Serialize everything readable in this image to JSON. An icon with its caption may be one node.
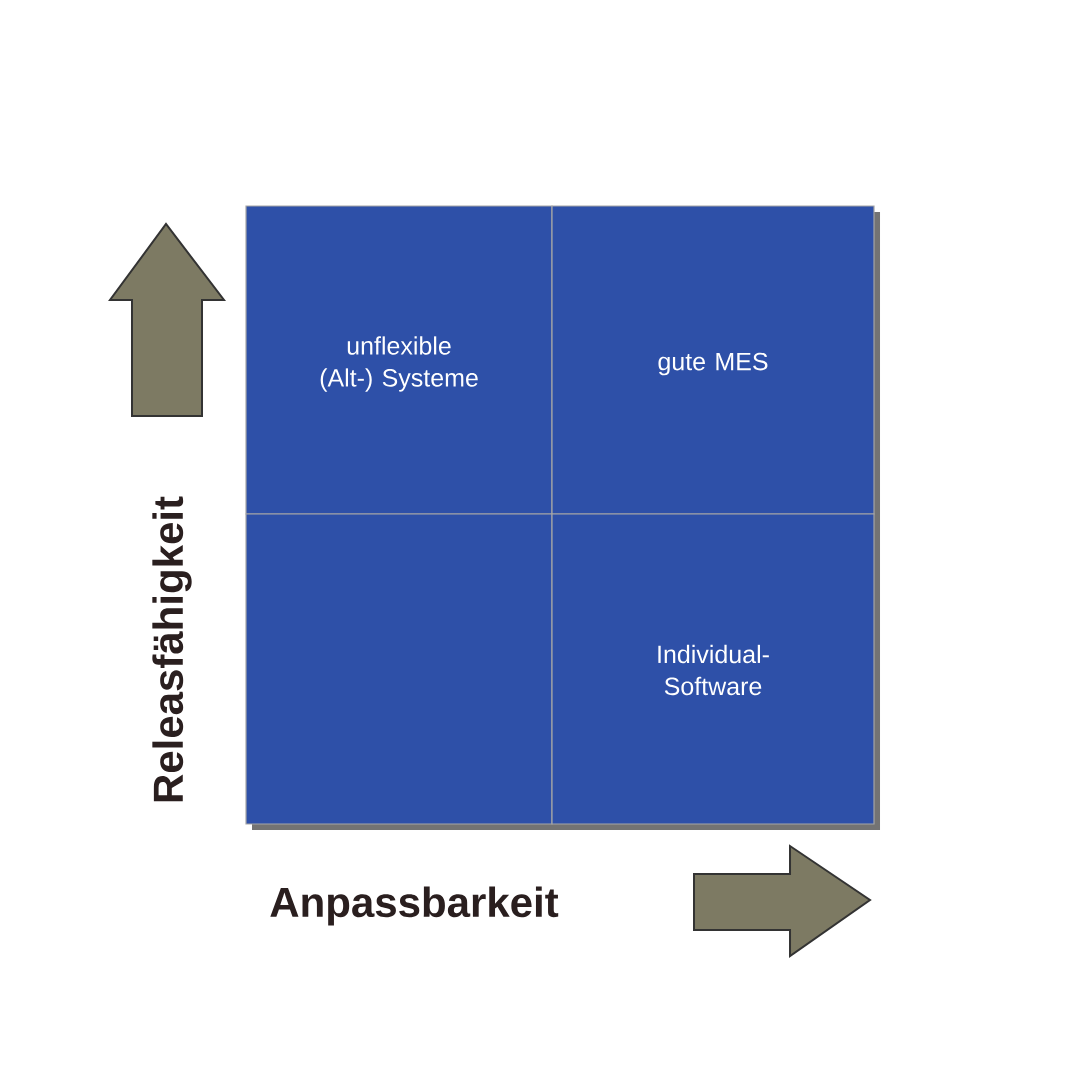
{
  "diagram": {
    "nodes": [
      {
        "text": [
          "unflexible (Alt-) Systeme"
        ]
      },
      {
        "text": [
          "gute MES"
        ]
      },
      {
        "text": [],
        "shape": "box"
      },
      {
        "text": [
          "Individual- Software"
        ]
      }
    ],
    "labels": [
      "Releasfähigkeit",
      "Anpassbarkeit"
    ]
  }
}
